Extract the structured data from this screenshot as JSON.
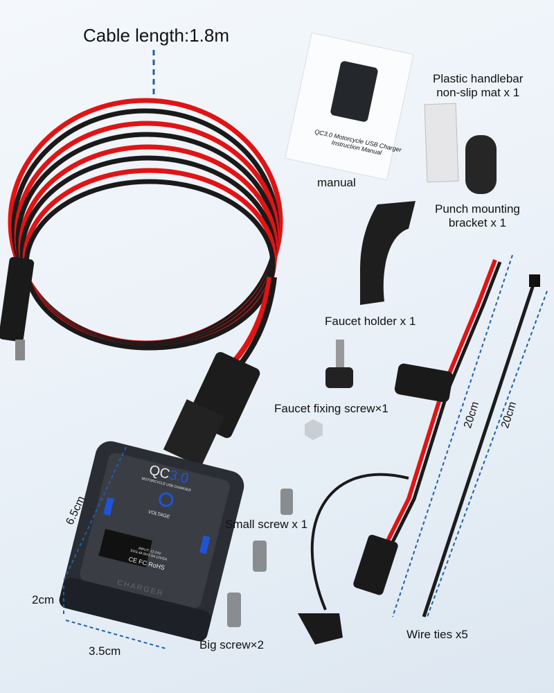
{
  "labels": {
    "cable_length": "Cable length:1.8m",
    "mat_line1": "Plastic handlebar",
    "mat_line2": "non-slip mat x 1",
    "manual": "manual",
    "bracket_line1": "Punch mounting",
    "bracket_line2": "bracket x 1",
    "faucet_holder": "Faucet holder x 1",
    "faucet_screw": "Faucet fixing screw×1",
    "small_screw": "Small screw x 1",
    "big_screw": "Big screw×2",
    "wire_ties": "Wire ties x5",
    "dim_height": "6.5cm",
    "dim_depth": "2cm",
    "dim_width": "3.5cm",
    "fuse_len": "20cm",
    "tie_len": "20cm"
  },
  "manual_cover": {
    "line1": "QC3.0 Motorcycle USB Charger",
    "line2": "Instruction Manual"
  },
  "charger": {
    "brand_a": "QC",
    "brand_b": "3.0",
    "subtitle": "MOTORCYCLE USB CHARGER",
    "voltage": "VOLTAGE",
    "input": "INPUT: 12-24V",
    "output": "5V/3.4A 9V/2.5A 12V/2A",
    "certs": "CE FC RoHS",
    "front": "CHARGER"
  },
  "colors": {
    "cable_red": "#e01414",
    "cable_black": "#1a1a1a",
    "dim_blue": "#1f5fa8",
    "accent_blue": "#1e55d6"
  }
}
